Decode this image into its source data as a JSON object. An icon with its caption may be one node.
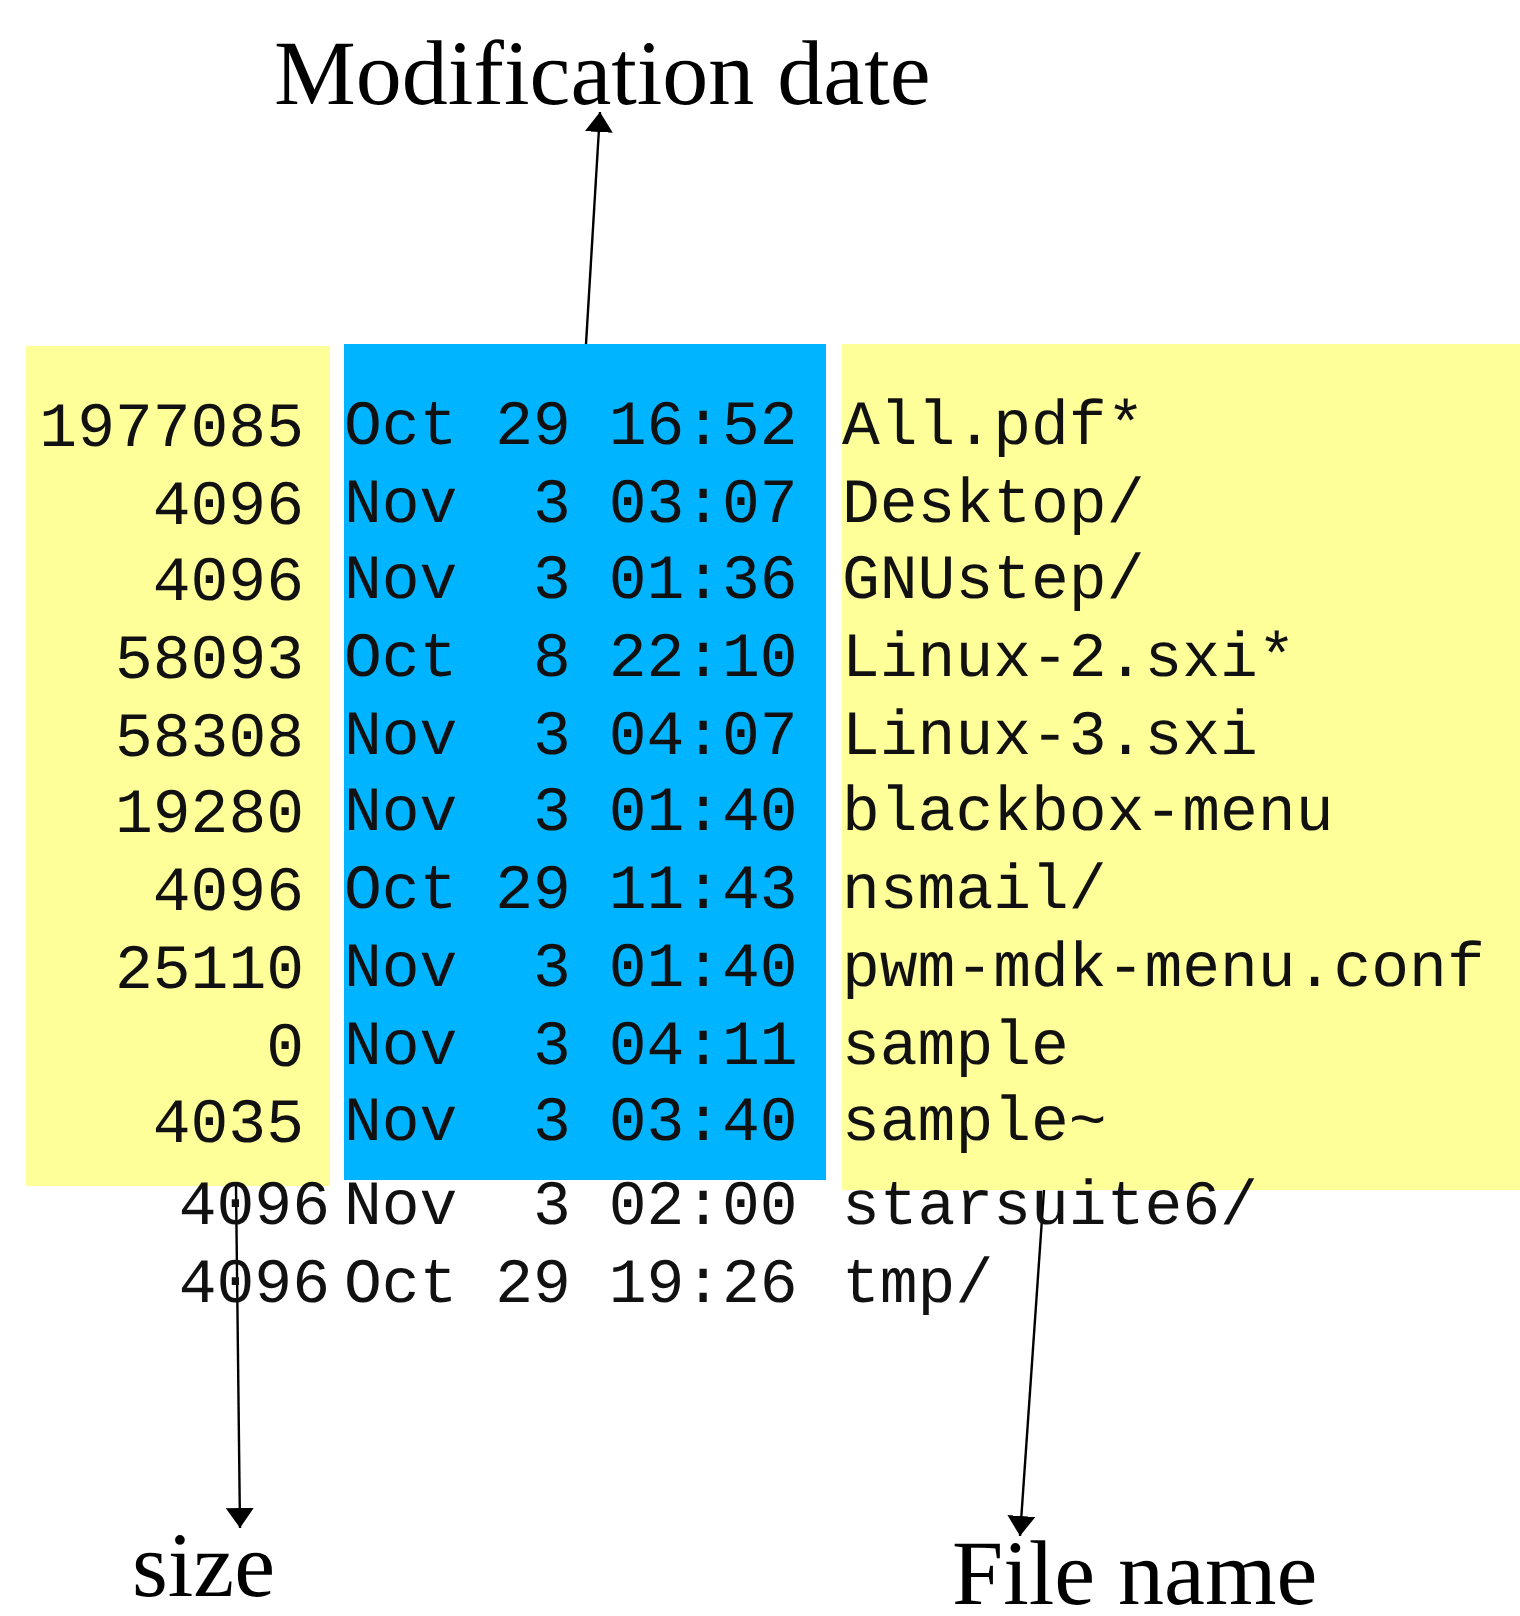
{
  "diagram": {
    "nodes": [
      {
        "text": [
          "Modification date"
        ]
      },
      {
        "text": [
          "1977085",
          "4096",
          "4096",
          "58093",
          "58308",
          "19280",
          "4096",
          "25110",
          "0",
          "4035"
        ]
      },
      {
        "text": [
          "Oct 29 16:52",
          "Nov  3 03:07",
          "Nov  3 01:36",
          "Oct  8 22:10",
          "Nov  3 04:07",
          "Nov  3 01:40",
          "Oct 29 11:43",
          "Nov  3 01:40",
          "Nov  3 04:11",
          "Nov  3 03:40"
        ]
      },
      {
        "text": [
          "All.pdf*",
          "Desktop/",
          "GNUstep/",
          "Linux-2.sxi*",
          "Linux-3.sxi",
          "blackbox-menu",
          "nsmail/",
          "pwm-mdk-menu.conf",
          "sample",
          "sample~"
        ]
      },
      {
        "text": [
          "size"
        ]
      },
      {
        "text": [
          "File name"
        ]
      }
    ],
    "edges": [
      {
        "from": 2,
        "to": 0,
        "arrow": "to"
      },
      {
        "from": 1,
        "to": 4,
        "arrow": "to"
      },
      {
        "from": 3,
        "to": 5,
        "arrow": "to"
      }
    ],
    "labels": [
      "4096",
      "Nov  3 02:00",
      "starsuite6/",
      "4096",
      "Oct 29 19:26",
      "tmp/"
    ]
  }
}
